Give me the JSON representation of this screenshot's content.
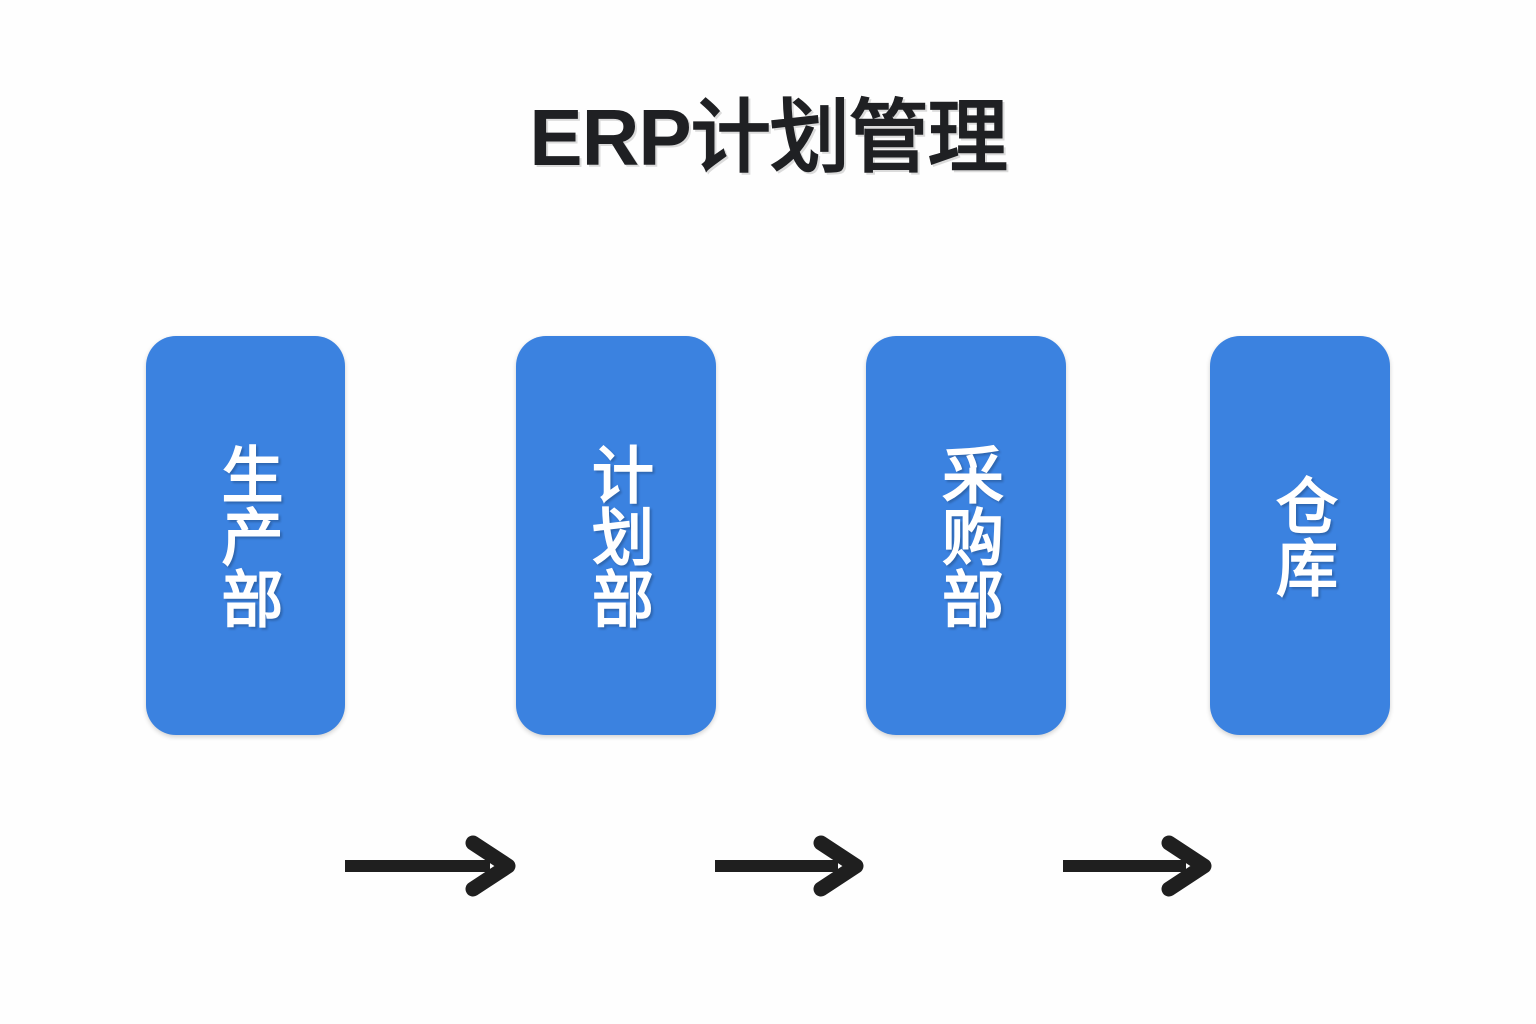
{
  "page": {
    "background_color": "#fefefe",
    "title": "ERP计划管理",
    "title_color": "#1f2023"
  },
  "diagram": {
    "type": "linear-flow",
    "accent_color": "#3b82e0",
    "node_text_color": "#ffffff",
    "arrow_color": "#1f1f1f",
    "orientation": "horizontal",
    "text_orientation": "vertical",
    "nodes": [
      {
        "id": "production",
        "label": "生产部"
      },
      {
        "id": "planning",
        "label": "计划部"
      },
      {
        "id": "purchasing",
        "label": "采购部"
      },
      {
        "id": "warehouse",
        "label": "仓库"
      }
    ],
    "connectors": [
      {
        "from": "production",
        "to": "planning",
        "style": "arrow-right"
      },
      {
        "from": "planning",
        "to": "purchasing",
        "style": "arrow-right"
      },
      {
        "from": "purchasing",
        "to": "warehouse",
        "style": "arrow-right"
      }
    ]
  }
}
